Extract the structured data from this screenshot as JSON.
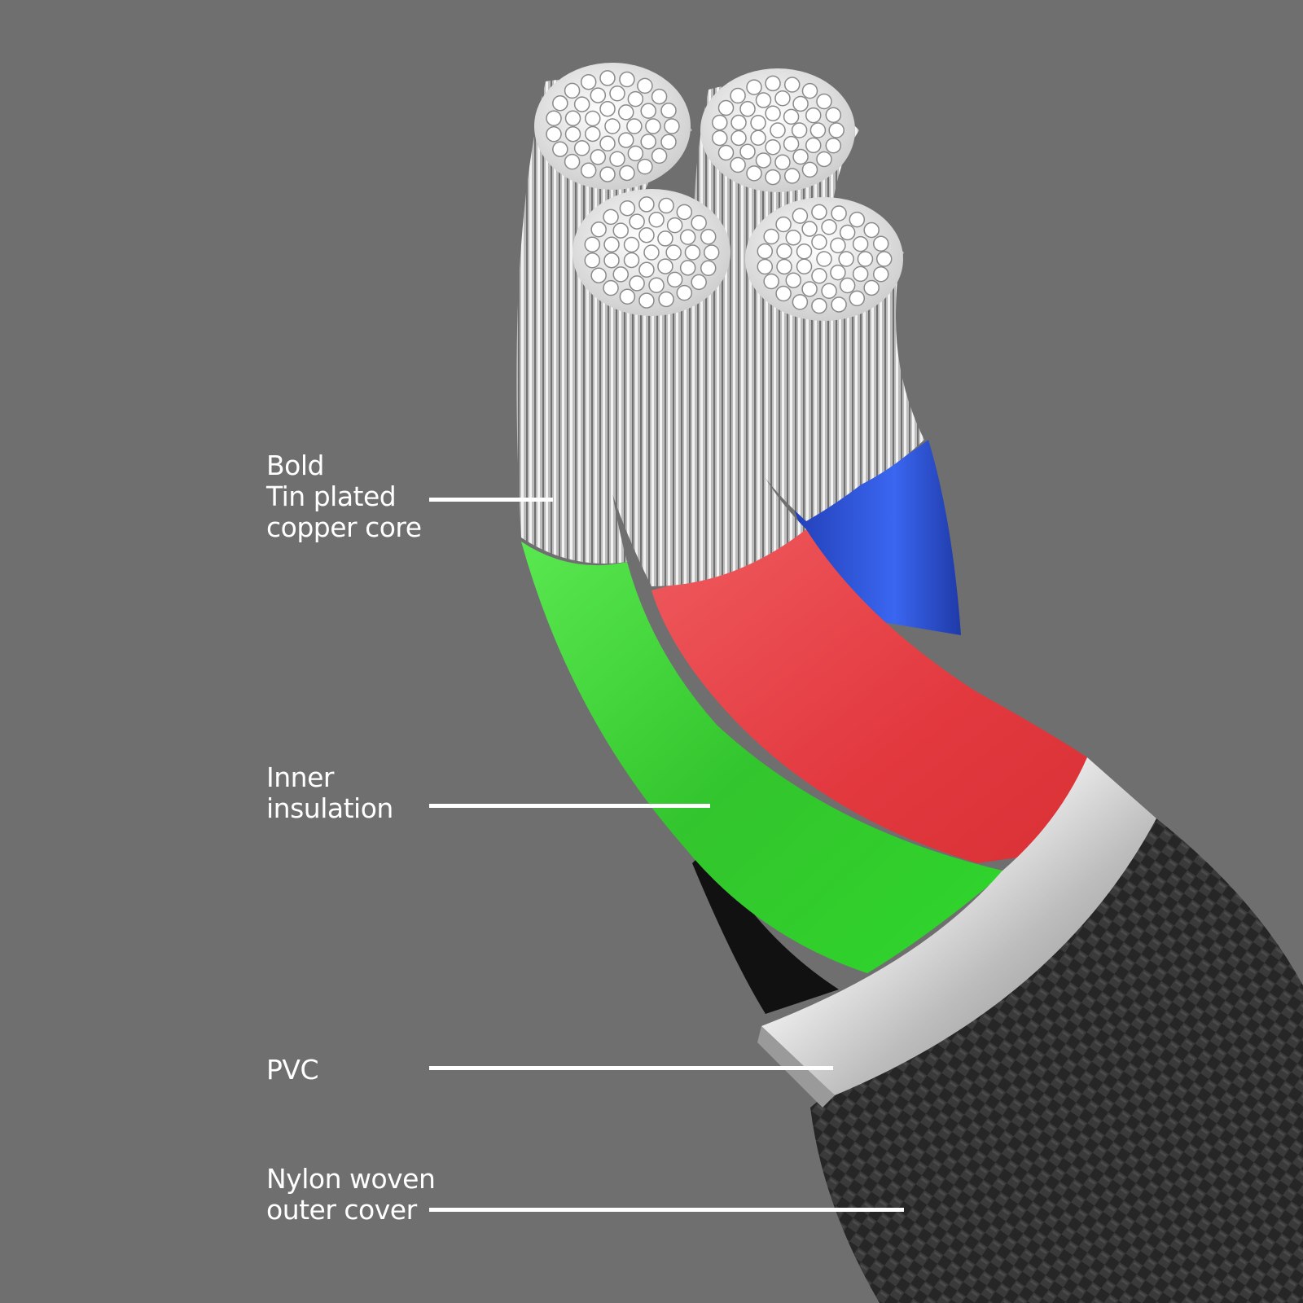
{
  "labels": {
    "core": {
      "lines": [
        "Bold",
        "Tin plated",
        "copper core"
      ]
    },
    "inner": {
      "lines": [
        "Inner",
        "insulation"
      ]
    },
    "pvc": {
      "lines": [
        "PVC"
      ]
    },
    "nylon": {
      "lines": [
        "Nylon woven",
        "outer cover"
      ]
    }
  },
  "colors": {
    "background": "#6f6f6f",
    "green": "#3fd53a",
    "red": "#e5484d",
    "blue": "#2f56d8",
    "silver": "#d9d9d9",
    "braid": "#2a2a2a"
  }
}
